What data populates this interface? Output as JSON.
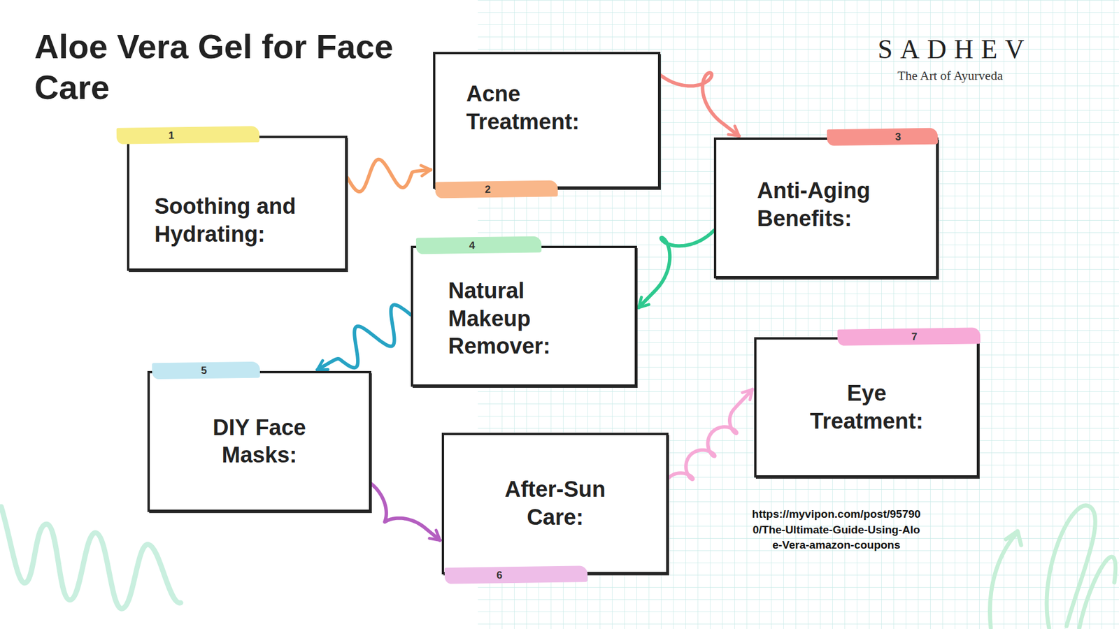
{
  "diagram": {
    "title": "Aloe Vera Gel for Face Care",
    "nodes": [
      {
        "text": [
          "Soothing and Hydrating:"
        ]
      },
      {
        "text": [
          "Acne Treatment:"
        ]
      },
      {
        "text": [
          "Anti-Aging Benefits:"
        ]
      },
      {
        "text": [
          "Natural Makeup Remover:"
        ]
      },
      {
        "text": [
          "DIY Face Masks:"
        ]
      },
      {
        "text": [
          "After-Sun Care:"
        ]
      },
      {
        "text": [
          "Eye Treatment:"
        ]
      }
    ],
    "edges": [
      {
        "from": 0,
        "to": 1,
        "arrow": "to"
      },
      {
        "from": 1,
        "to": 2,
        "arrow": "to"
      },
      {
        "from": 2,
        "to": 3,
        "arrow": "to"
      },
      {
        "from": 3,
        "to": 4,
        "arrow": "to"
      },
      {
        "from": 4,
        "to": 5,
        "arrow": "to"
      },
      {
        "from": 5,
        "to": 6,
        "arrow": "to"
      }
    ],
    "labels": [
      "1",
      "2",
      "3",
      "4",
      "5",
      "6",
      "7",
      "SADHEV",
      "The Art of Ayurveda",
      "https://myvipon.com/post/957900/The-Ultimate-Guide-Using-Aloe-Vera-amazon-coupons"
    ]
  }
}
